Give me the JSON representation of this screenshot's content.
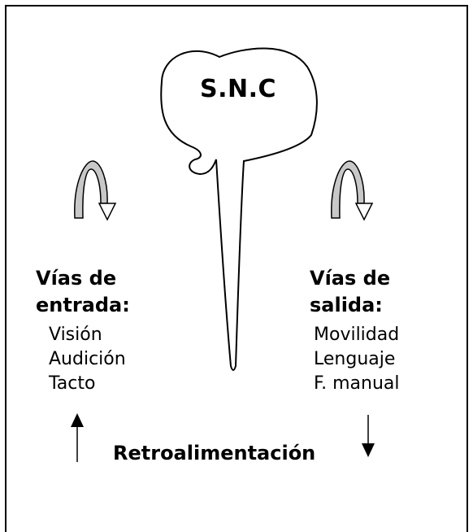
{
  "diagram": {
    "center": {
      "label": "S.N.C"
    },
    "inputs": {
      "heading_line1": "Vías de",
      "heading_line2": "entrada:",
      "items": [
        "Visión",
        "Audición",
        "Tacto"
      ]
    },
    "outputs": {
      "heading_line1": "Vías de",
      "heading_line2": "salida:",
      "items": [
        "Movilidad",
        "Lenguaje",
        "F. manual"
      ]
    },
    "feedback": {
      "label": "Retroalimentación"
    },
    "icons": {
      "left_cycle": "curved-arrow-icon",
      "right_cycle": "curved-arrow-icon",
      "up_arrow": "arrow-up-icon",
      "down_arrow": "arrow-down-icon"
    },
    "colors": {
      "arrow_fill": "#c8c8c8",
      "line": "#000000"
    }
  }
}
